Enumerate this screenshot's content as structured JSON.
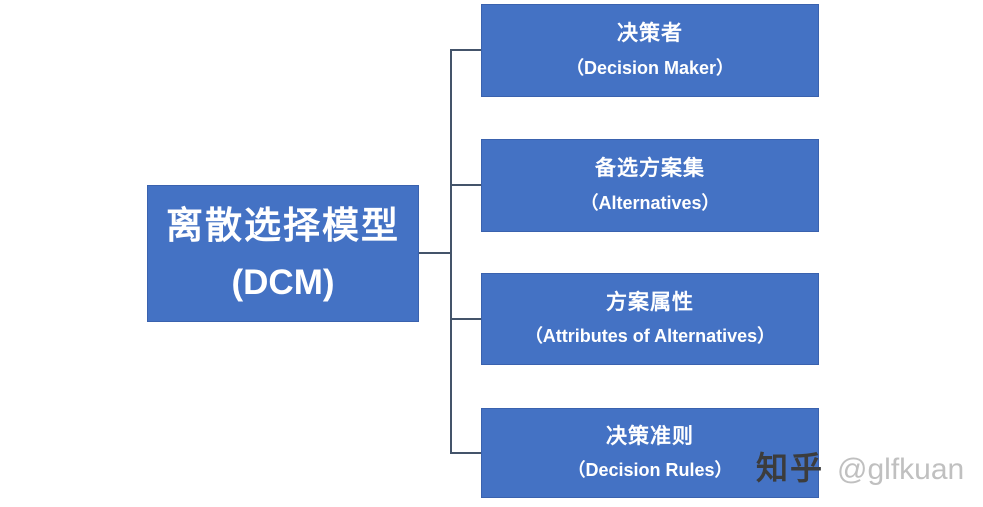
{
  "diagram": {
    "root": {
      "title": "离散选择模型",
      "subtitle": "(DCM)"
    },
    "children": [
      {
        "title": "决策者",
        "subtitle": "（Decision Maker）"
      },
      {
        "title": "备选方案集",
        "subtitle": "（Alternatives）"
      },
      {
        "title": "方案属性",
        "subtitle": "（Attributes of Alternatives）"
      },
      {
        "title": "决策准则",
        "subtitle": "（Decision Rules）"
      }
    ],
    "colors": {
      "box_fill": "#4472C4",
      "box_border": "#3A62AE",
      "box_text": "#FFFFFF",
      "connector": "#44546A",
      "background": "#FFFFFF"
    }
  },
  "watermark": {
    "brand": "知乎",
    "handle": "@glfkuan",
    "brand_color": "#3C3C3C",
    "handle_color": "#C0C0C0"
  }
}
